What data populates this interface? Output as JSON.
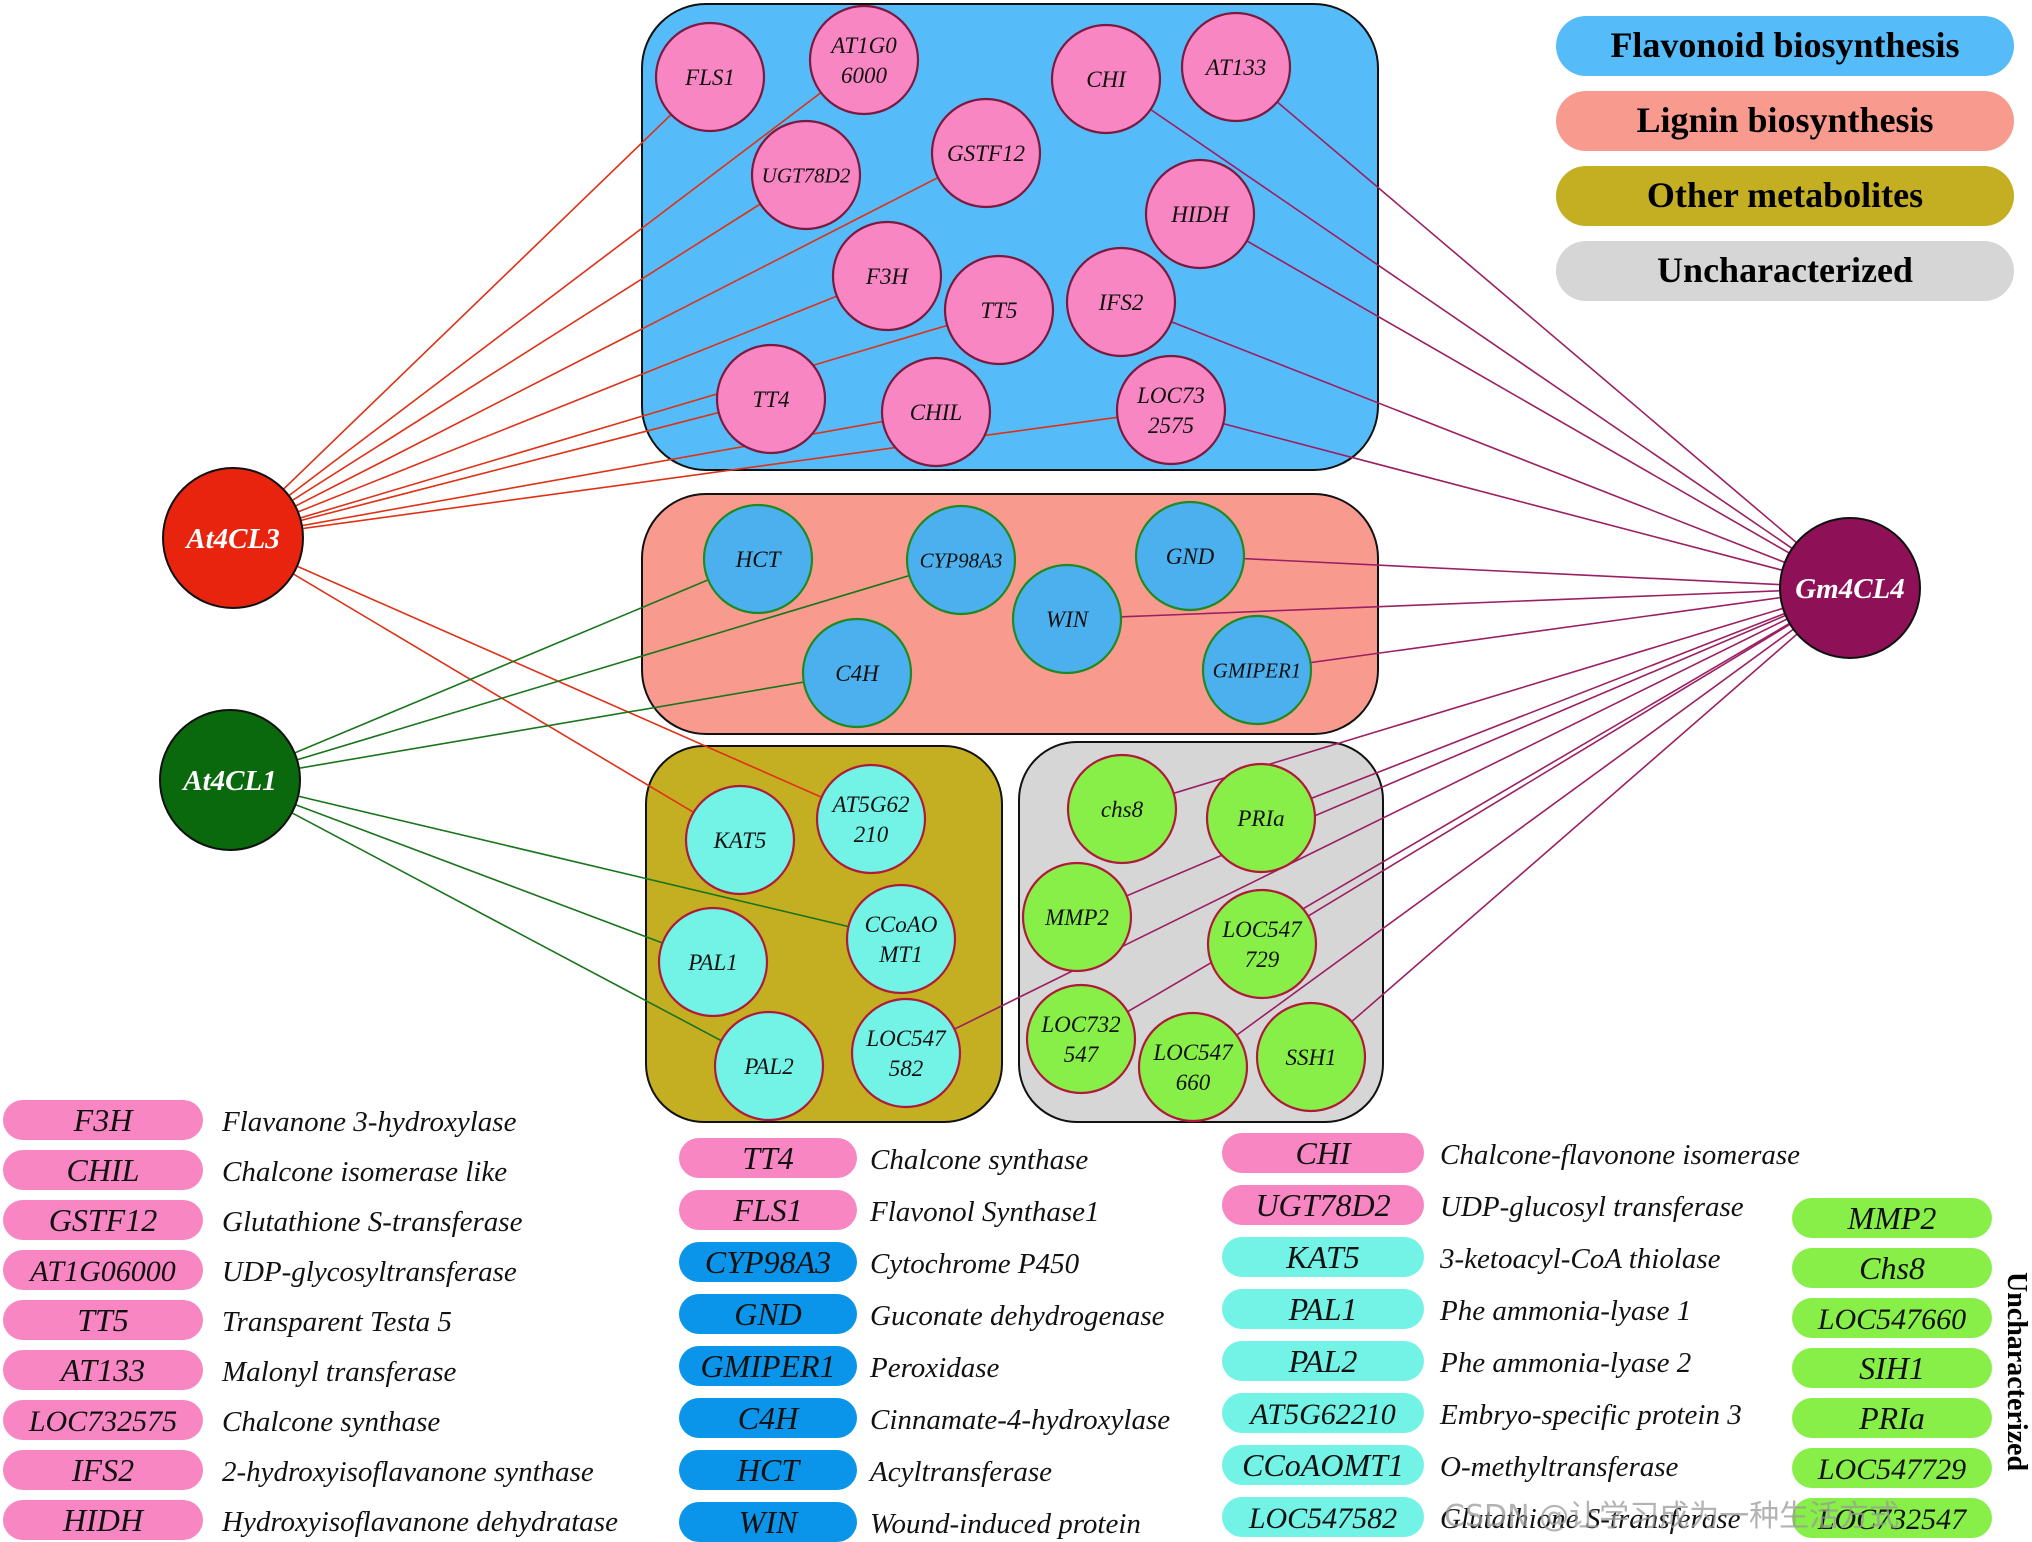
{
  "colors": {
    "flavonoid_bg": "#56bbf9",
    "lignin_bg": "#f99a8f",
    "other_bg": "#c4ae21",
    "unchar_bg": "#d6d6d6",
    "pink_node": "#f786c2",
    "blue_node": "#4db0ee",
    "cyan_node": "#72f3e6",
    "green_node": "#87ef47",
    "red_edge": "#de3116",
    "green_edge": "#19751b",
    "purple_edge": "#9b1f63",
    "at4cl3": "#e8240f",
    "at4cl1": "#0a680d",
    "gm4cl4": "#8e1157",
    "gloss_pink": "#f786c2",
    "gloss_blue": "#0a95ea",
    "gloss_cyan": "#72f3e6",
    "gloss_green": "#87ef47"
  },
  "legend": [
    {
      "label": "Flavonoid biosynthesis",
      "color": "#56bbf9"
    },
    {
      "label": "Lignin biosynthesis",
      "color": "#f99a8f"
    },
    {
      "label": "Other metabolites",
      "color": "#c4ae21"
    },
    {
      "label": "Uncharacterized",
      "color": "#d6d6d6"
    }
  ],
  "hubs": [
    {
      "id": "At4CL3",
      "label": "At4CL3",
      "color": "#e8240f"
    },
    {
      "id": "At4CL1",
      "label": "At4CL1",
      "color": "#0a680d"
    },
    {
      "id": "Gm4CL4",
      "label": "Gm4CL4",
      "color": "#8e1157"
    }
  ],
  "nodes": [
    {
      "id": "FLS1",
      "lines": [
        "FLS1"
      ],
      "group": "flavonoid",
      "fill": "#f786c2"
    },
    {
      "id": "AT1G06000",
      "lines": [
        "AT1G0",
        "6000"
      ],
      "group": "flavonoid",
      "fill": "#f786c2"
    },
    {
      "id": "CHI",
      "lines": [
        "CHI"
      ],
      "group": "flavonoid",
      "fill": "#f786c2"
    },
    {
      "id": "AT133",
      "lines": [
        "AT133"
      ],
      "group": "flavonoid",
      "fill": "#f786c2"
    },
    {
      "id": "UGT78D2",
      "lines": [
        "UGT78D2"
      ],
      "group": "flavonoid",
      "fill": "#f786c2"
    },
    {
      "id": "GSTF12",
      "lines": [
        "GSTF12"
      ],
      "group": "flavonoid",
      "fill": "#f786c2"
    },
    {
      "id": "HIDH",
      "lines": [
        "HIDH"
      ],
      "group": "flavonoid",
      "fill": "#f786c2"
    },
    {
      "id": "F3H",
      "lines": [
        "F3H"
      ],
      "group": "flavonoid",
      "fill": "#f786c2"
    },
    {
      "id": "TT5",
      "lines": [
        "TT5"
      ],
      "group": "flavonoid",
      "fill": "#f786c2"
    },
    {
      "id": "IFS2",
      "lines": [
        "IFS2"
      ],
      "group": "flavonoid",
      "fill": "#f786c2"
    },
    {
      "id": "TT4",
      "lines": [
        "TT4"
      ],
      "group": "flavonoid",
      "fill": "#f786c2"
    },
    {
      "id": "CHIL",
      "lines": [
        "CHIL"
      ],
      "group": "flavonoid",
      "fill": "#f786c2"
    },
    {
      "id": "LOC732575",
      "lines": [
        "LOC73",
        "2575"
      ],
      "group": "flavonoid",
      "fill": "#f786c2"
    },
    {
      "id": "HCT",
      "lines": [
        "HCT"
      ],
      "group": "lignin",
      "fill": "#4db0ee"
    },
    {
      "id": "CYP98A3",
      "lines": [
        "CYP98A3"
      ],
      "group": "lignin",
      "fill": "#4db0ee"
    },
    {
      "id": "GND",
      "lines": [
        "GND"
      ],
      "group": "lignin",
      "fill": "#4db0ee"
    },
    {
      "id": "WIN",
      "lines": [
        "WIN"
      ],
      "group": "lignin",
      "fill": "#4db0ee"
    },
    {
      "id": "C4H",
      "lines": [
        "C4H"
      ],
      "group": "lignin",
      "fill": "#4db0ee"
    },
    {
      "id": "GMIPER1",
      "lines": [
        "GMIPER1"
      ],
      "group": "lignin",
      "fill": "#4db0ee"
    },
    {
      "id": "KAT5",
      "lines": [
        "KAT5"
      ],
      "group": "other",
      "fill": "#72f3e6"
    },
    {
      "id": "AT5G62210",
      "lines": [
        "AT5G62",
        "210"
      ],
      "group": "other",
      "fill": "#72f3e6"
    },
    {
      "id": "CCoAOMT1",
      "lines": [
        "CCoAO",
        "MT1"
      ],
      "group": "other",
      "fill": "#72f3e6"
    },
    {
      "id": "PAL1",
      "lines": [
        "PAL1"
      ],
      "group": "other",
      "fill": "#72f3e6"
    },
    {
      "id": "PAL2",
      "lines": [
        "PAL2"
      ],
      "group": "other",
      "fill": "#72f3e6"
    },
    {
      "id": "LOC547582",
      "lines": [
        "LOC547",
        "582"
      ],
      "group": "other",
      "fill": "#72f3e6"
    },
    {
      "id": "chs8",
      "lines": [
        "chs8"
      ],
      "group": "unchar",
      "fill": "#87ef47"
    },
    {
      "id": "PRIa",
      "lines": [
        "PRIa"
      ],
      "group": "unchar",
      "fill": "#87ef47"
    },
    {
      "id": "MMP2",
      "lines": [
        "MMP2"
      ],
      "group": "unchar",
      "fill": "#87ef47"
    },
    {
      "id": "LOC547729",
      "lines": [
        "LOC547",
        "729"
      ],
      "group": "unchar",
      "fill": "#87ef47"
    },
    {
      "id": "LOC732547",
      "lines": [
        "LOC732",
        "547"
      ],
      "group": "unchar",
      "fill": "#87ef47"
    },
    {
      "id": "LOC547660",
      "lines": [
        "LOC547",
        "660"
      ],
      "group": "unchar",
      "fill": "#87ef47"
    },
    {
      "id": "SSH1",
      "lines": [
        "SSH1"
      ],
      "group": "unchar",
      "fill": "#87ef47"
    }
  ],
  "edges": [
    {
      "from": "At4CL3",
      "to": "FLS1"
    },
    {
      "from": "At4CL3",
      "to": "AT1G06000"
    },
    {
      "from": "At4CL3",
      "to": "UGT78D2"
    },
    {
      "from": "At4CL3",
      "to": "GSTF12"
    },
    {
      "from": "At4CL3",
      "to": "F3H"
    },
    {
      "from": "At4CL3",
      "to": "TT5"
    },
    {
      "from": "At4CL3",
      "to": "TT4"
    },
    {
      "from": "At4CL3",
      "to": "CHIL"
    },
    {
      "from": "At4CL3",
      "to": "LOC732575"
    },
    {
      "from": "At4CL3",
      "to": "KAT5"
    },
    {
      "from": "At4CL3",
      "to": "AT5G62210"
    },
    {
      "from": "At4CL1",
      "to": "HCT"
    },
    {
      "from": "At4CL1",
      "to": "CYP98A3"
    },
    {
      "from": "At4CL1",
      "to": "C4H"
    },
    {
      "from": "At4CL1",
      "to": "CCoAOMT1"
    },
    {
      "from": "At4CL1",
      "to": "PAL1"
    },
    {
      "from": "At4CL1",
      "to": "PAL2"
    },
    {
      "from": "Gm4CL4",
      "to": "CHI"
    },
    {
      "from": "Gm4CL4",
      "to": "AT133"
    },
    {
      "from": "Gm4CL4",
      "to": "HIDH"
    },
    {
      "from": "Gm4CL4",
      "to": "IFS2"
    },
    {
      "from": "Gm4CL4",
      "to": "LOC732575"
    },
    {
      "from": "Gm4CL4",
      "to": "GND"
    },
    {
      "from": "Gm4CL4",
      "to": "WIN"
    },
    {
      "from": "Gm4CL4",
      "to": "GMIPER1"
    },
    {
      "from": "Gm4CL4",
      "to": "chs8"
    },
    {
      "from": "Gm4CL4",
      "to": "PRIa"
    },
    {
      "from": "Gm4CL4",
      "to": "MMP2"
    },
    {
      "from": "Gm4CL4",
      "to": "LOC547729"
    },
    {
      "from": "Gm4CL4",
      "to": "LOC732547"
    },
    {
      "from": "Gm4CL4",
      "to": "LOC547660"
    },
    {
      "from": "Gm4CL4",
      "to": "SSH1"
    },
    {
      "from": "Gm4CL4",
      "to": "LOC547582"
    }
  ],
  "glossary": {
    "col1": [
      {
        "abbr": "F3H",
        "desc": "Flavanone 3-hydroxylase",
        "color": "#f786c2"
      },
      {
        "abbr": "CHIL",
        "desc": "Chalcone isomerase like",
        "color": "#f786c2"
      },
      {
        "abbr": "GSTF12",
        "desc": "Glutathione S-transferase",
        "color": "#f786c2"
      },
      {
        "abbr": "AT1G06000",
        "desc": "UDP-glycosyltransferase",
        "color": "#f786c2"
      },
      {
        "abbr": "TT5",
        "desc": "Transparent Testa 5",
        "color": "#f786c2"
      },
      {
        "abbr": "AT133",
        "desc": "Malonyl transferase",
        "color": "#f786c2"
      },
      {
        "abbr": "LOC732575",
        "desc": "Chalcone synthase",
        "color": "#f786c2"
      },
      {
        "abbr": "IFS2",
        "desc": "2-hydroxyisoflavanone synthase",
        "color": "#f786c2"
      },
      {
        "abbr": "HIDH",
        "desc": "Hydroxyisoflavanone dehydratase",
        "color": "#f786c2"
      }
    ],
    "col2": [
      {
        "abbr": "TT4",
        "desc": "Chalcone synthase",
        "color": "#f786c2"
      },
      {
        "abbr": "FLS1",
        "desc": "Flavonol Synthase1",
        "color": "#f786c2"
      },
      {
        "abbr": "CYP98A3",
        "desc": "Cytochrome P450",
        "color": "#0a95ea"
      },
      {
        "abbr": "GND",
        "desc": "Guconate dehydrogenase",
        "color": "#0a95ea"
      },
      {
        "abbr": "GMIPER1",
        "desc": "Peroxidase",
        "color": "#0a95ea"
      },
      {
        "abbr": "C4H",
        "desc": "Cinnamate-4-hydroxylase",
        "color": "#0a95ea"
      },
      {
        "abbr": "HCT",
        "desc": "Acyltransferase",
        "color": "#0a95ea"
      },
      {
        "abbr": "WIN",
        "desc": "Wound-induced protein",
        "color": "#0a95ea"
      }
    ],
    "col3": [
      {
        "abbr": "CHI",
        "desc": "Chalcone-flavonone isomerase",
        "color": "#f786c2"
      },
      {
        "abbr": "UGT78D2",
        "desc": "UDP-glucosyl transferase",
        "color": "#f786c2"
      },
      {
        "abbr": "KAT5",
        "desc": "3-ketoacyl-CoA thiolase",
        "color": "#72f3e6"
      },
      {
        "abbr": "PAL1",
        "desc": "Phe ammonia-lyase 1",
        "color": "#72f3e6"
      },
      {
        "abbr": "PAL2",
        "desc": "Phe ammonia-lyase 2",
        "color": "#72f3e6"
      },
      {
        "abbr": "AT5G62210",
        "desc": "Embryo-specific protein 3",
        "color": "#72f3e6"
      },
      {
        "abbr": "CCoAOMT1",
        "desc": "O-methyltransferase",
        "color": "#72f3e6"
      },
      {
        "abbr": "LOC547582",
        "desc": "Glutathione S-transferase",
        "color": "#72f3e6"
      }
    ],
    "col4": [
      {
        "abbr": "MMP2",
        "color": "#87ef47"
      },
      {
        "abbr": "Chs8",
        "color": "#87ef47"
      },
      {
        "abbr": "LOC547660",
        "color": "#87ef47"
      },
      {
        "abbr": "SIH1",
        "color": "#87ef47"
      },
      {
        "abbr": "PRIa",
        "color": "#87ef47"
      },
      {
        "abbr": "LOC547729",
        "color": "#87ef47"
      },
      {
        "abbr": "LOC732547",
        "color": "#87ef47"
      }
    ],
    "side_label": "Uncharacterized"
  },
  "watermark": "CSDN @让学习成为一种生活方式"
}
